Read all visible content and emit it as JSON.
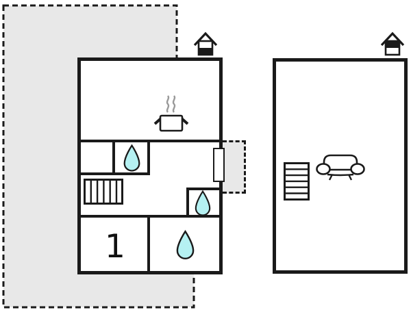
{
  "colors": {
    "wall": "#1a1a1a",
    "terrace-fill": "#e8e8e8",
    "drop-fill": "#b5f1f2",
    "steam": "#999999"
  },
  "floorplan": {
    "type": "vacation-home two-storey floor plan",
    "ground_floor": {
      "room_number_label": "1",
      "floor_indicator_icon": "house-black-band-bottom (ground floor)",
      "icons": [
        "stove-pot-icon",
        "water-drop-icon",
        "water-drop-icon",
        "water-drop-icon",
        "stairs-icon",
        "door-icon"
      ],
      "outdoor_areas": [
        "terrace (dashed outline, grey)",
        "balcony (dashed outline, grey)"
      ]
    },
    "upper_floor": {
      "floor_indicator_icon": "house-black-band-top (upper floor)",
      "icons": [
        "sofa-icon",
        "stairs-icon"
      ]
    }
  }
}
